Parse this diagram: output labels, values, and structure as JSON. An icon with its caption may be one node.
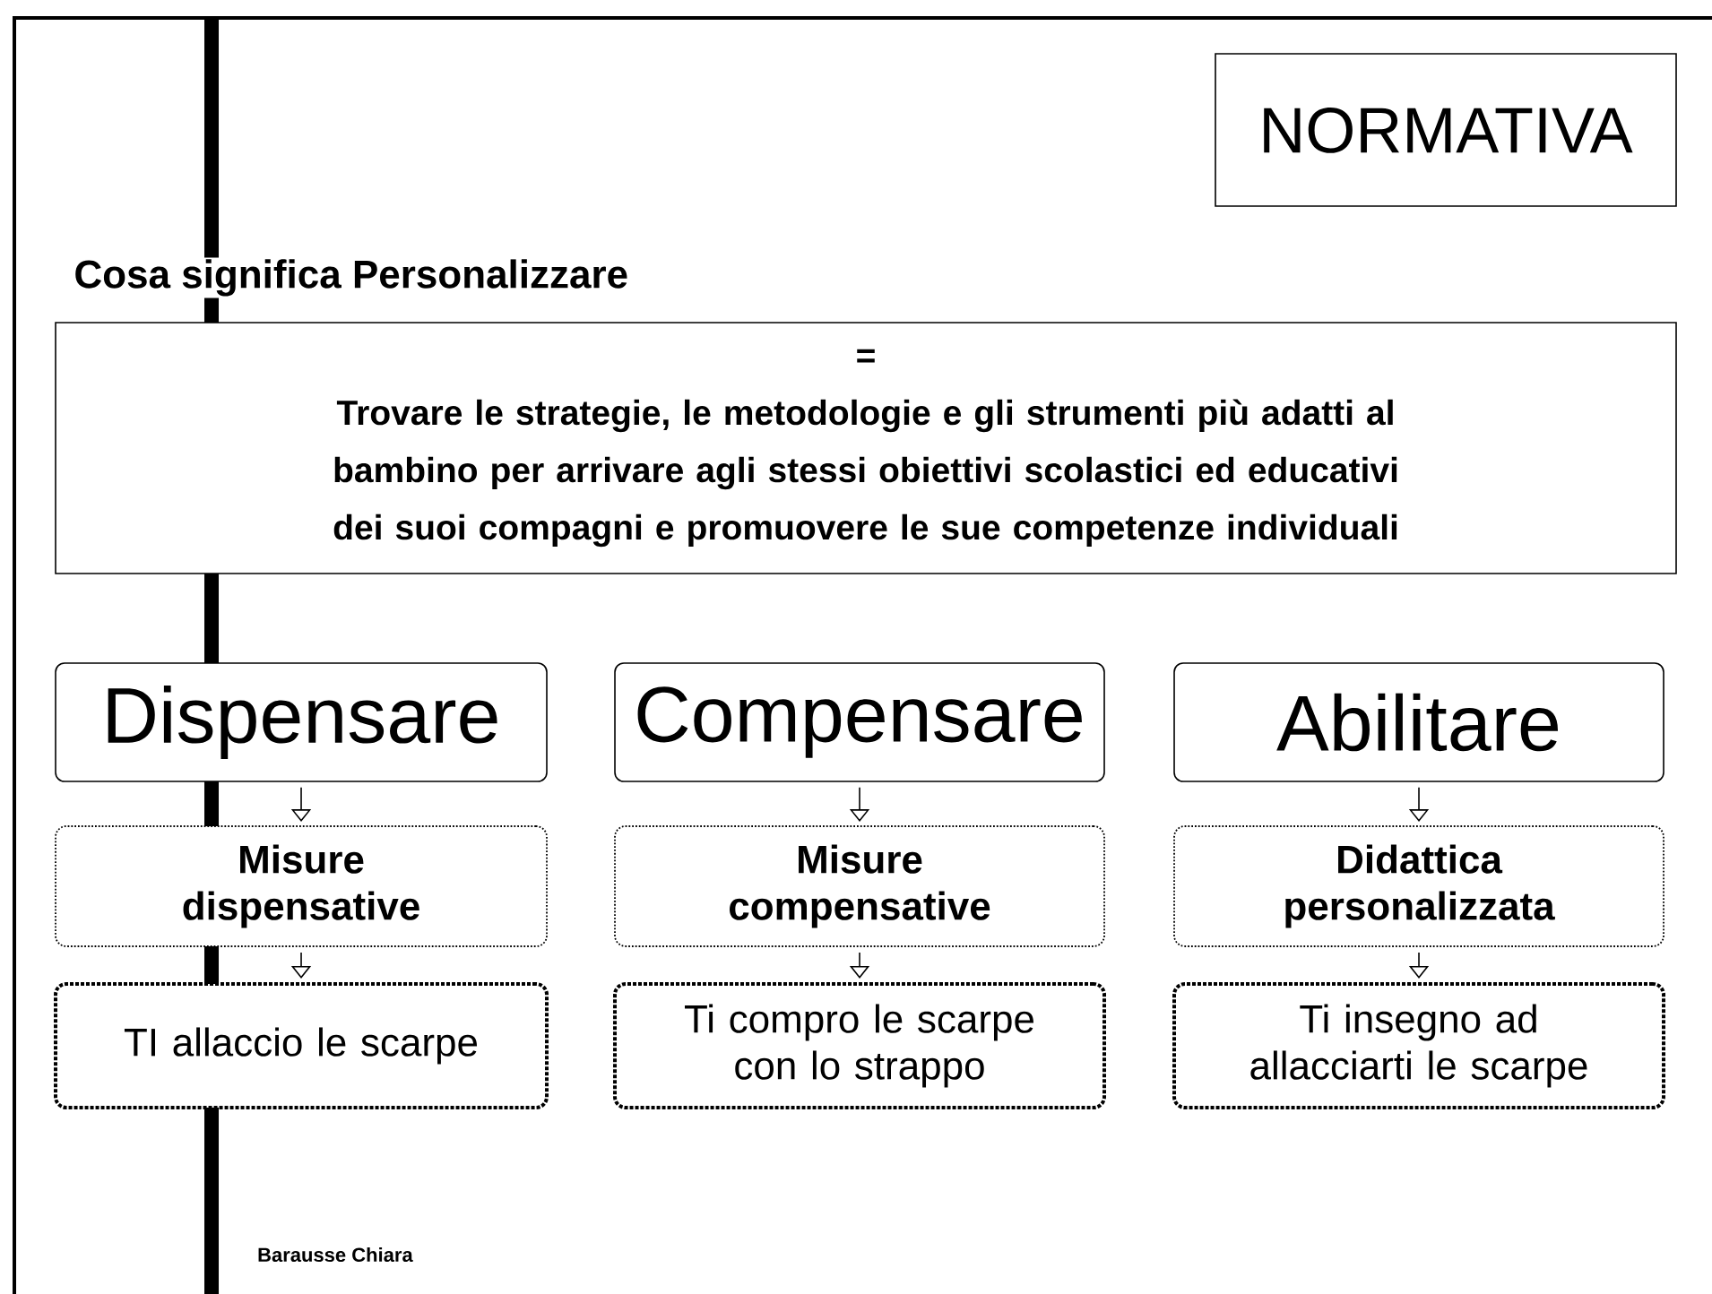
{
  "diagram": {
    "title": "Cosa significa Personalizzare",
    "nodes": [
      {
        "text": [
          "NORMATIVA"
        ]
      },
      {
        "text": [
          "=",
          "Trovare le strategie, le metodologie e gli strumenti più adatti al bambino per arrivare agli stessi obiettivi  scolastici ed educativi dei suoi compagni e promuovere le sue competenze individuali"
        ]
      },
      {
        "text": [
          "Dispensare"
        ]
      },
      {
        "text": [
          "Compensare"
        ]
      },
      {
        "text": [
          "Abilitare"
        ]
      },
      {
        "text": [
          "Misure dispensative"
        ]
      },
      {
        "text": [
          "Misure compensative"
        ]
      },
      {
        "text": [
          "Didattica personalizzata"
        ]
      },
      {
        "text": [
          "TI allaccio le scarpe"
        ]
      },
      {
        "text": [
          "Ti compro le scarpe con lo strappo"
        ]
      },
      {
        "text": [
          "Ti  insegno ad allacciarti le scarpe"
        ]
      }
    ],
    "edges": [
      {
        "from": 2,
        "to": 5,
        "arrow": "to"
      },
      {
        "from": 3,
        "to": 6,
        "arrow": "to"
      },
      {
        "from": 4,
        "to": 7,
        "arrow": "to"
      },
      {
        "from": 5,
        "to": 8,
        "arrow": "to"
      },
      {
        "from": 6,
        "to": 9,
        "arrow": "to"
      },
      {
        "from": 7,
        "to": 10,
        "arrow": "to"
      }
    ],
    "labels": [
      "Barausse Chiara"
    ]
  }
}
